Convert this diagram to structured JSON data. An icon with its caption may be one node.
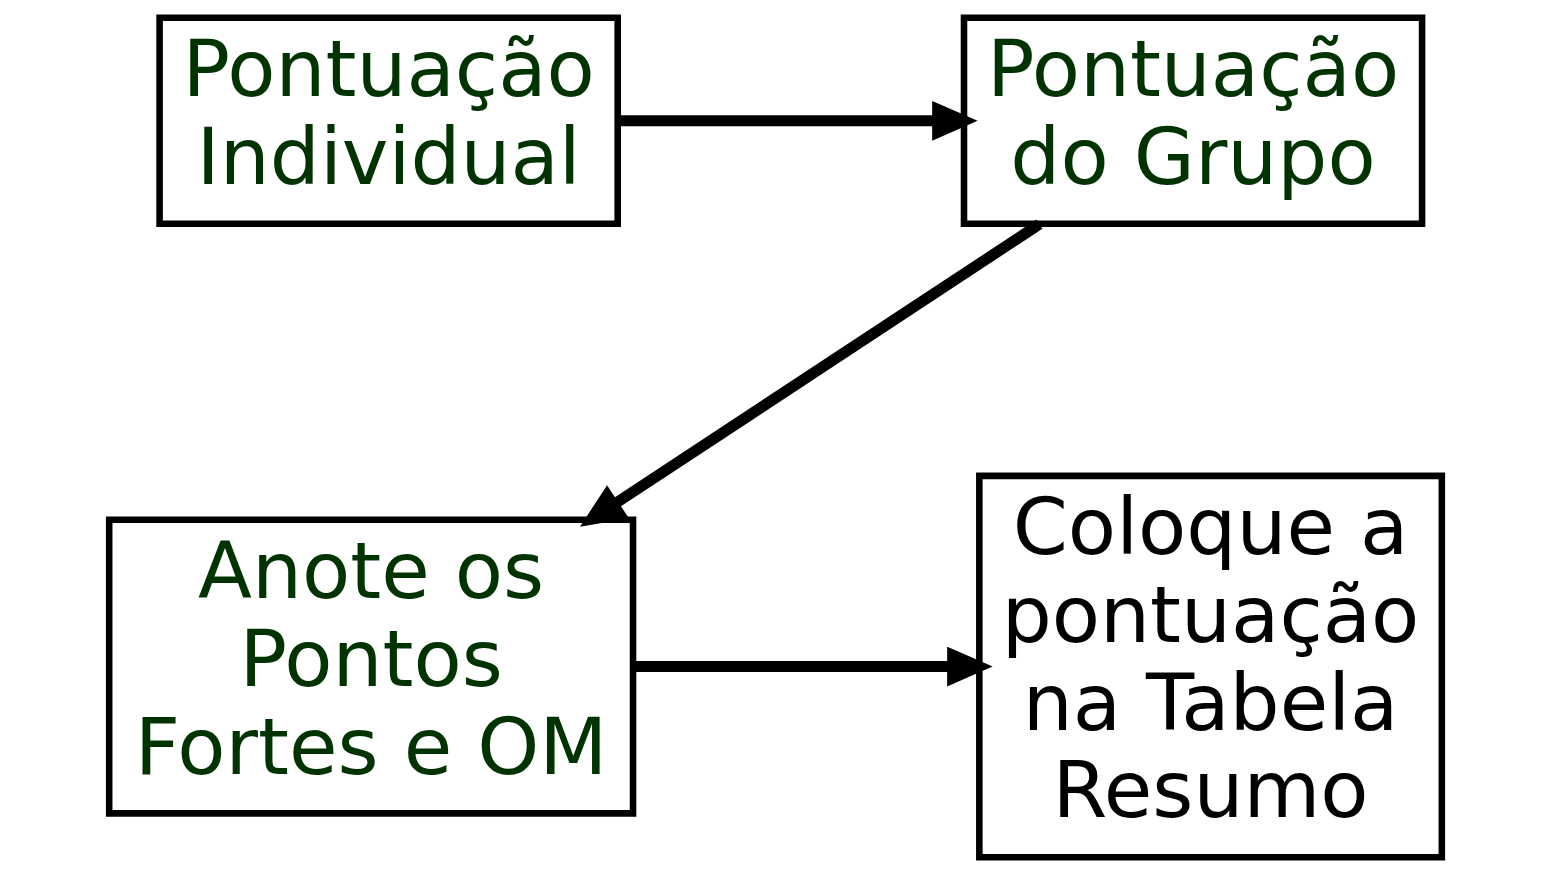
{
  "diagram": {
    "nodes": [
      {
        "text": [
          "Pontuação Individual"
        ]
      },
      {
        "text": [
          "Pontuação do Grupo"
        ]
      },
      {
        "text": [
          "Anote os Pontos Fortes e OM"
        ]
      },
      {
        "text": [
          "Coloque a pontuação na Tabela Resumo"
        ]
      }
    ],
    "edges": [
      {
        "from": 0,
        "to": 1,
        "arrow": "to"
      },
      {
        "from": 1,
        "to": 2,
        "arrow": "to"
      },
      {
        "from": 2,
        "to": 3,
        "arrow": "to"
      }
    ]
  }
}
